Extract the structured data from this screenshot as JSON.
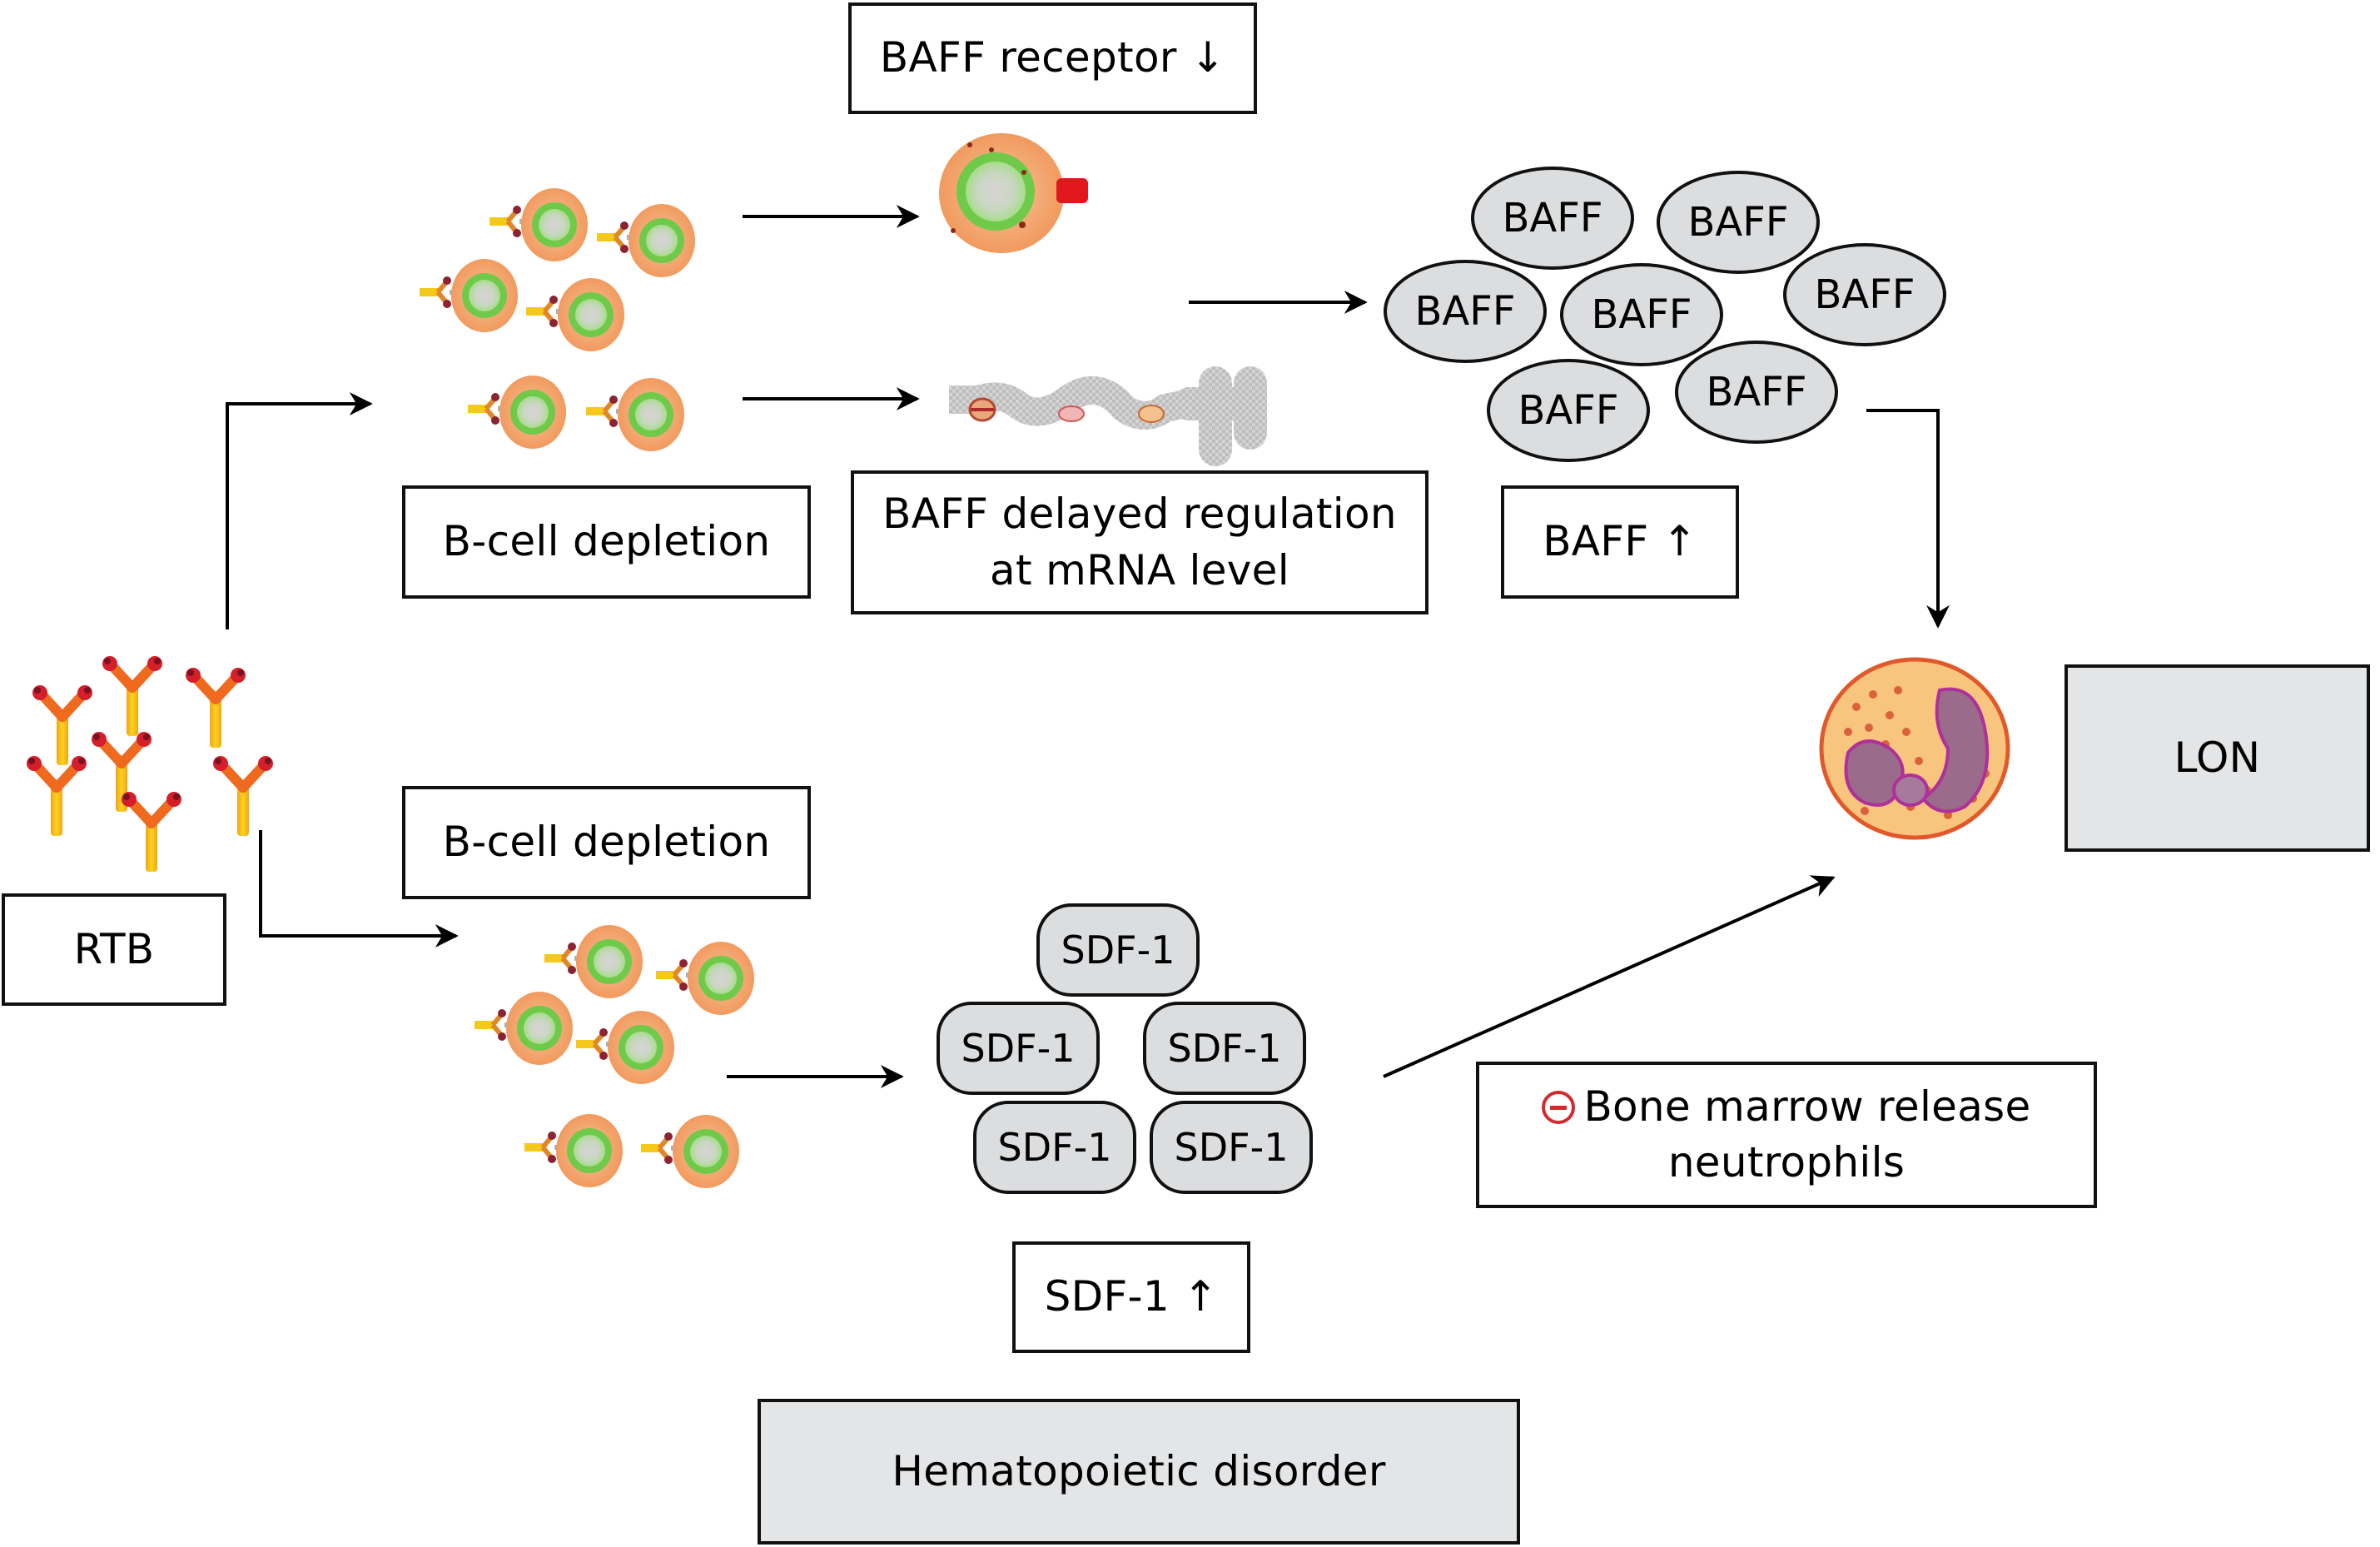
{
  "diagram": {
    "nodes": {
      "baff_receptor": "BAFF receptor ↓",
      "bcell_depletion_top": "B-cell depletion",
      "baff_delayed_line1": "BAFF delayed regulation",
      "baff_delayed_line2": "at mRNA level",
      "baff_up": "BAFF ↑",
      "lon": "LON",
      "rtb": "RTB",
      "bcell_depletion_bottom": "B-cell depletion",
      "bone_marrow_line1": "Bone marrow release",
      "bone_marrow_line2": "neutrophils",
      "sdf1_up": "SDF-1 ↑",
      "hematopoietic": "Hematopoietic disorder"
    },
    "baff_molecules": [
      "BAFF",
      "BAFF",
      "BAFF",
      "BAFF",
      "BAFF",
      "BAFF",
      "BAFF"
    ],
    "sdf1_molecules": [
      "SDF-1",
      "SDF-1",
      "SDF-1",
      "SDF-1",
      "SDF-1"
    ],
    "icons": {
      "inhibition": "minus-circle-icon",
      "antibody": "antibody-y-icon",
      "b_cell": "b-cell-icon",
      "neutrophil": "neutrophil-icon",
      "mrna": "mrna-strand-icon",
      "receptor_cell": "b-cell-with-receptor-icon"
    },
    "colors": {
      "inhibition": "#d42a2f",
      "molecule_fill": "#dcdddf",
      "gray_box": "#e4e5e7",
      "cell_body": "#f4a46e",
      "nucleus_ring": "#6cc447",
      "antibody_stem": "#f2c514",
      "antibody_tip": "#d8232a"
    }
  }
}
